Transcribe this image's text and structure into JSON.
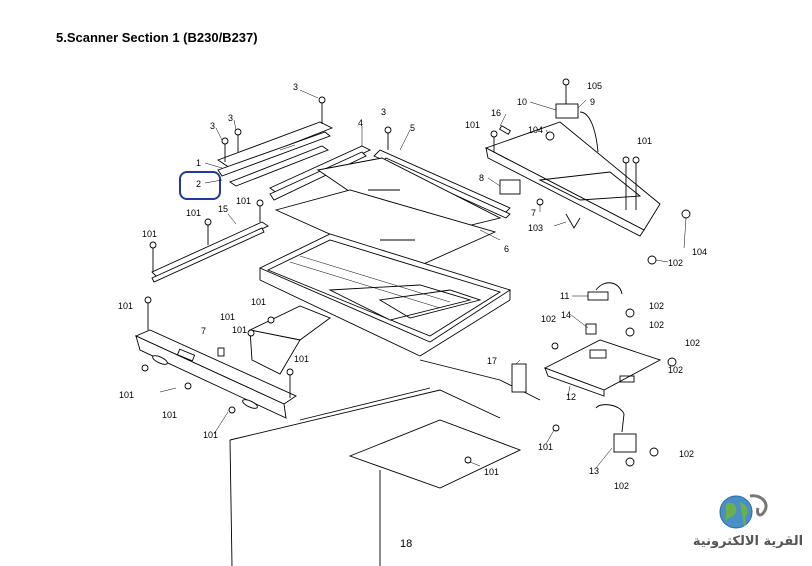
{
  "header": {
    "title": "5.Scanner Section 1 (B230/B237)"
  },
  "footer": {
    "page_number": "18"
  },
  "watermark": {
    "text": "القرية الالكترونية"
  },
  "callouts": {
    "c1": "1",
    "c2": "2",
    "c3a": "3",
    "c3b": "3",
    "c3c": "3",
    "c3d": "3",
    "c4": "4",
    "c5": "5",
    "c6": "6",
    "c7a": "7",
    "c7b": "7",
    "c8": "8",
    "c9": "9",
    "c10": "10",
    "c11": "11",
    "c12": "12",
    "c13": "13",
    "c14": "14",
    "c15": "15",
    "c16": "16",
    "c17": "17",
    "c101a": "101",
    "c101b": "101",
    "c101c": "101",
    "c101d": "101",
    "c101e": "101",
    "c101f": "101",
    "c101g": "101",
    "c101h": "101",
    "c101i": "101",
    "c101j": "101",
    "c101k": "101",
    "c101l": "101",
    "c101m": "101",
    "c101n": "101",
    "c101o": "101",
    "c102a": "102",
    "c102b": "102",
    "c102c": "102",
    "c102d": "102",
    "c102e": "102",
    "c102f": "102",
    "c102g": "102",
    "c102h": "102",
    "c103": "103",
    "c104a": "104",
    "c104b": "104",
    "c105": "105"
  }
}
